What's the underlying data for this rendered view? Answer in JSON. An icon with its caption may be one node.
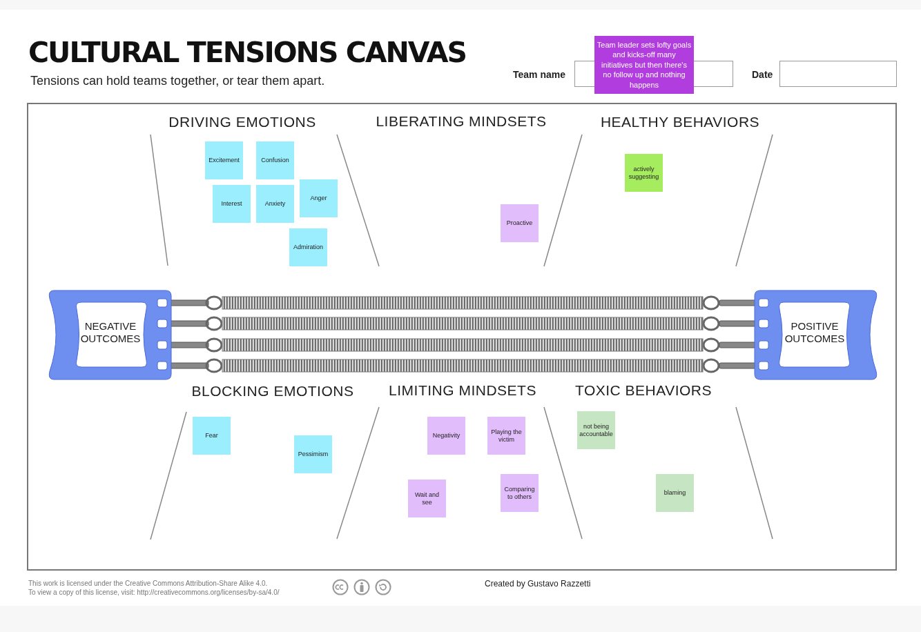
{
  "diagram": {
    "title": "CULTURAL TENSIONS CANVAS",
    "nodes": [
      {
        "text": [
          "Team leader sets lofty goals and kicks-off many initiatives but then there's no follow up and nothing happens"
        ]
      },
      {
        "text": [
          "Excitement"
        ]
      },
      {
        "text": [
          "Confusion"
        ]
      },
      {
        "text": [
          "Interest"
        ]
      },
      {
        "text": [
          "Anxiety"
        ]
      },
      {
        "text": [
          "Anger"
        ]
      },
      {
        "text": [
          "Admiration"
        ]
      },
      {
        "text": [
          "actively suggesting"
        ]
      },
      {
        "text": [
          "Proactive"
        ]
      },
      {
        "text": [
          "NEGATIVE OUTCOMES"
        ]
      },
      {
        "text": [
          "POSITIVE OUTCOMES"
        ]
      },
      {
        "text": [
          "Fear"
        ]
      },
      {
        "text": [
          "Pessimism"
        ]
      },
      {
        "text": [
          "Negativity"
        ]
      },
      {
        "text": [
          "Playing the victim"
        ]
      },
      {
        "text": [
          "Wait and see"
        ]
      },
      {
        "text": [
          "Comparing to others"
        ]
      },
      {
        "text": [
          "not being accountable"
        ]
      },
      {
        "text": [
          "blaming"
        ]
      }
    ],
    "edges": [],
    "labels": [
      "Tensions can hold teams together, or tear them apart.",
      "Team name",
      "Date",
      "DRIVING EMOTIONS",
      "LIBERATING MINDSETS",
      "HEALTHY BEHAVIORS",
      "BLOCKING EMOTIONS",
      "LIMITING MINDSETS",
      "TOXIC BEHAVIORS",
      "This work is licensed under the Creative Commons Attribution-Share Alike 4.0.",
      "To view a copy of this license, visit: http://creativecommons.org/licenses/by-sa/4.0/",
      "Created by Gustavo Razzetti"
    ]
  }
}
